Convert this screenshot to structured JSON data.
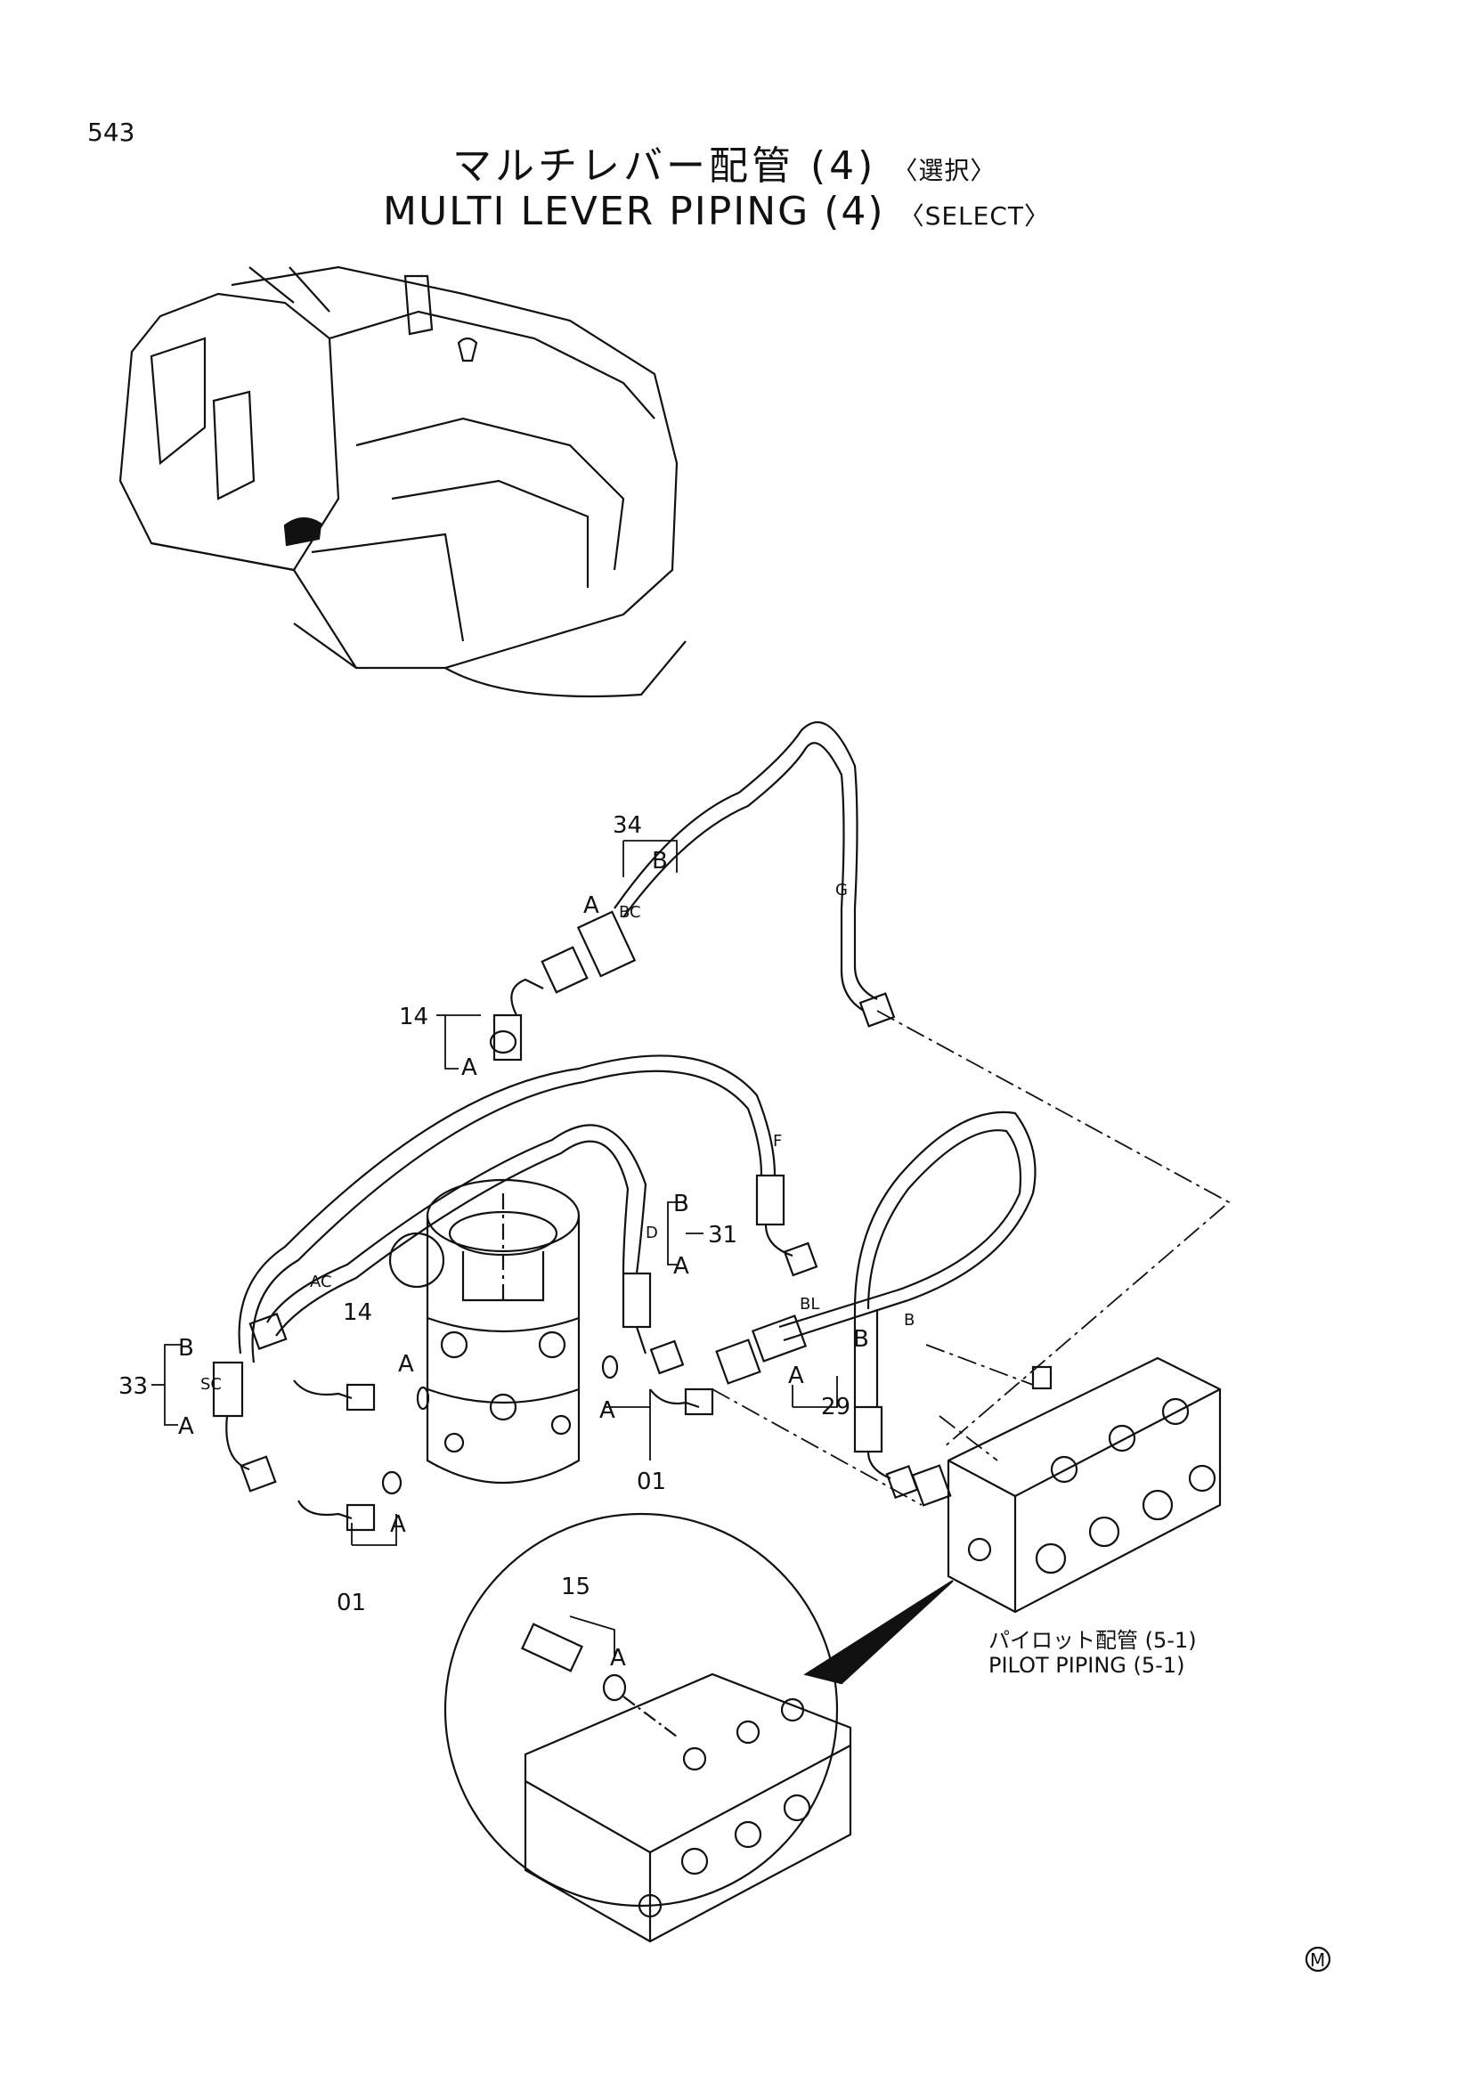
{
  "page_number": "543",
  "title": {
    "jp_main": "マルチレバー配管 (4)",
    "jp_sub": "〈選択〉",
    "en_main": "MULTI LEVER PIPING (4)",
    "en_sub": "〈SELECT〉"
  },
  "reference": {
    "jp": "パイロット配管 (5-1)",
    "en": "PILOT PIPING (5-1)"
  },
  "callouts": {
    "n34": "34",
    "n14a": "14",
    "n14b": "14",
    "n31": "31",
    "n33": "33",
    "n01a": "01",
    "n01b": "01",
    "n29": "29",
    "n15": "15"
  },
  "labels": {
    "A": "A",
    "B": "B",
    "BC": "BC",
    "G": "G",
    "F": "F",
    "D": "D",
    "AC": "AC",
    "SC": "SC",
    "BL": "BL"
  },
  "maker_mark": "M"
}
